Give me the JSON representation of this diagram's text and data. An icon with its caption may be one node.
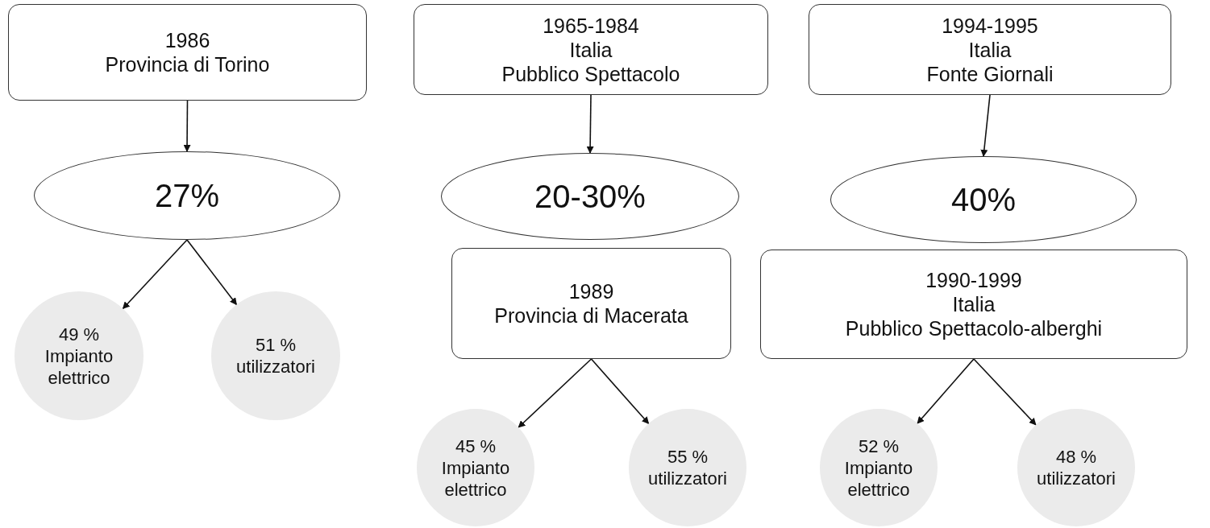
{
  "diagram": {
    "nodes": [
      {
        "text": [
          "1986",
          "Provincia di Torino"
        ]
      },
      {
        "text": [
          "27%"
        ]
      },
      {
        "text": [
          "49 %",
          "Impianto elettrico"
        ]
      },
      {
        "text": [
          "51 %",
          "utilizzatori"
        ]
      },
      {
        "text": [
          "1965-1984",
          "Italia",
          "Pubblico Spettacolo"
        ]
      },
      {
        "text": [
          "20-30%"
        ]
      },
      {
        "text": [
          "1989",
          "Provincia di Macerata"
        ]
      },
      {
        "text": [
          "45 %",
          "Impianto elettrico"
        ]
      },
      {
        "text": [
          "55 %",
          "utilizzatori"
        ]
      },
      {
        "text": [
          "1994-1995",
          "Italia",
          "Fonte Giornali"
        ]
      },
      {
        "text": [
          "40%"
        ]
      },
      {
        "text": [
          "1990-1999",
          "Italia",
          "Pubblico Spettacolo-alberghi"
        ]
      },
      {
        "text": [
          "52 %",
          "Impianto elettrico"
        ]
      },
      {
        "text": [
          "48 %",
          "utilizzatori"
        ]
      }
    ],
    "edges": [
      {
        "from": 0,
        "to": 1,
        "arrow": "to"
      },
      {
        "from": 1,
        "to": 2,
        "arrow": "to"
      },
      {
        "from": 1,
        "to": 3,
        "arrow": "to"
      },
      {
        "from": 4,
        "to": 5,
        "arrow": "to"
      },
      {
        "from": 6,
        "to": 7,
        "arrow": "to"
      },
      {
        "from": 6,
        "to": 8,
        "arrow": "to"
      },
      {
        "from": 9,
        "to": 10,
        "arrow": "to"
      },
      {
        "from": 11,
        "to": 12,
        "arrow": "to"
      },
      {
        "from": 11,
        "to": 13,
        "arrow": "to"
      }
    ]
  }
}
